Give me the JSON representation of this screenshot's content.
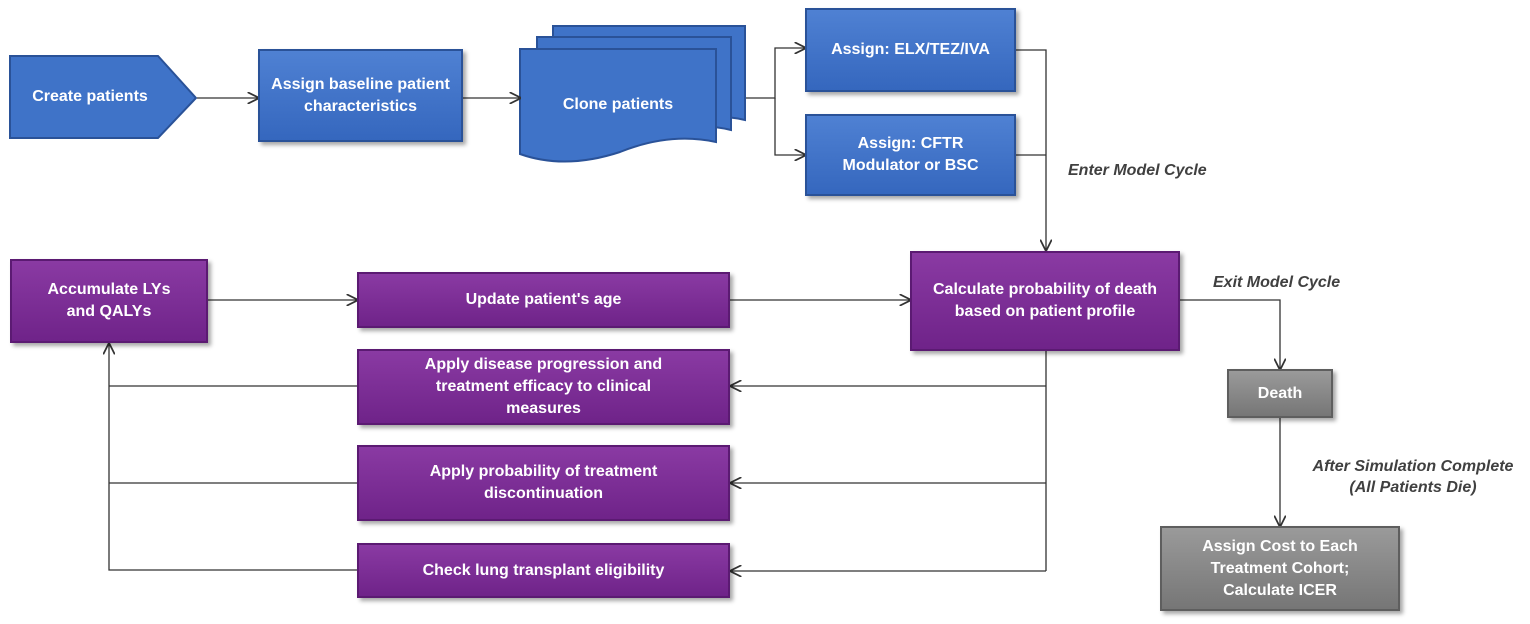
{
  "nodes": {
    "create_patients": "Create patients",
    "assign_baseline": "Assign baseline patient characteristics",
    "clone_patients": "Clone patients",
    "assign_elx": "Assign: ELX/TEZ/IVA",
    "assign_cftr": "Assign: CFTR Modulator or BSC",
    "calc_death": "Calculate probability of death based on patient profile",
    "update_age": "Update patient's age",
    "accumulate": "Accumulate LYs and QALYs",
    "apply_progression": "Apply disease progression and treatment efficacy to clinical measures",
    "apply_discontinuation": "Apply probability of treatment discontinuation",
    "check_transplant": "Check lung transplant eligibility",
    "death": "Death",
    "assign_cost": "Assign Cost to Each Treatment Cohort; Calculate ICER"
  },
  "labels": {
    "enter_cycle": "Enter Model Cycle",
    "exit_cycle": "Exit Model Cycle",
    "after_sim_line1": "After Simulation Complete",
    "after_sim_line2": "(All Patients Die)"
  },
  "colors": {
    "blue": "#3f73c8",
    "purple": "#7b2c96",
    "gray": "#858585",
    "connector": "#333333"
  }
}
